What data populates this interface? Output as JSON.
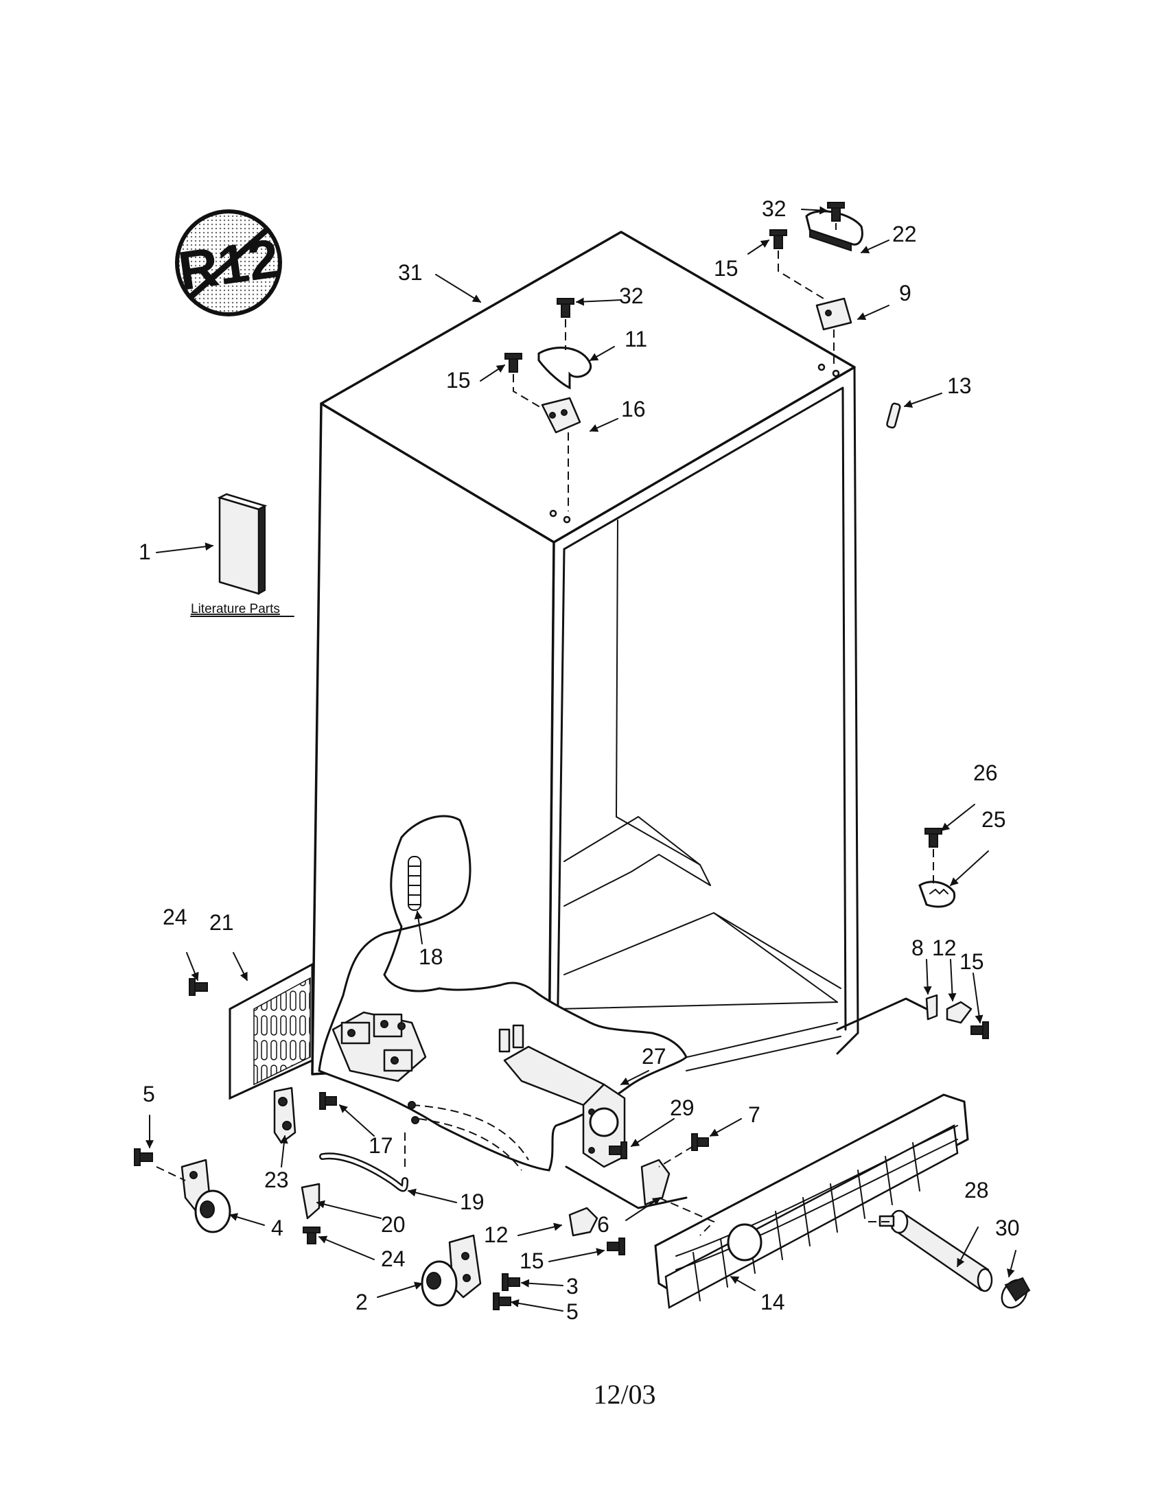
{
  "badge": {
    "text": "R12"
  },
  "literature_label": "Literature Parts",
  "footer_date": "12/03",
  "callouts": [
    "32",
    "22",
    "15",
    "9",
    "31",
    "32",
    "11",
    "15",
    "16",
    "13",
    "1",
    "26",
    "25",
    "24",
    "21",
    "18",
    "8",
    "12",
    "15",
    "27",
    "5",
    "17",
    "29",
    "7",
    "23",
    "19",
    "20",
    "6",
    "4",
    "24",
    "12",
    "15",
    "28",
    "30",
    "3",
    "2",
    "5",
    "14"
  ]
}
